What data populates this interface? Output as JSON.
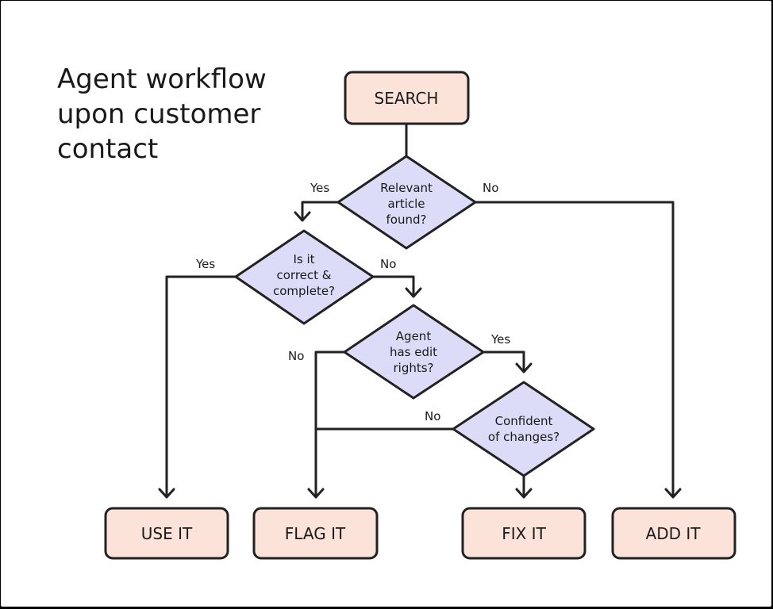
{
  "title": {
    "lines": [
      "Agent workflow",
      "upon customer",
      "contact"
    ]
  },
  "boxes": {
    "search": "SEARCH",
    "use_it": "USE IT",
    "flag_it": "FLAG IT",
    "fix_it": "FIX IT",
    "add_it": "ADD IT"
  },
  "decisions": {
    "relevant_article": [
      "Relevant",
      "article",
      "found?"
    ],
    "correct_complete": [
      "Is it",
      "correct &",
      "complete?"
    ],
    "edit_rights": [
      "Agent",
      "has edit",
      "rights?"
    ],
    "confident": [
      "Confident",
      "of changes?"
    ]
  },
  "edge_labels": {
    "relevant_yes": "Yes",
    "relevant_no": "No",
    "correct_yes": "Yes",
    "correct_no": "No",
    "edit_no": "No",
    "edit_yes": "Yes",
    "confident_no": "No"
  },
  "colors": {
    "box_fill": "#fbe3da",
    "diamond_fill": "#dcdcf8",
    "stroke": "#222222"
  }
}
